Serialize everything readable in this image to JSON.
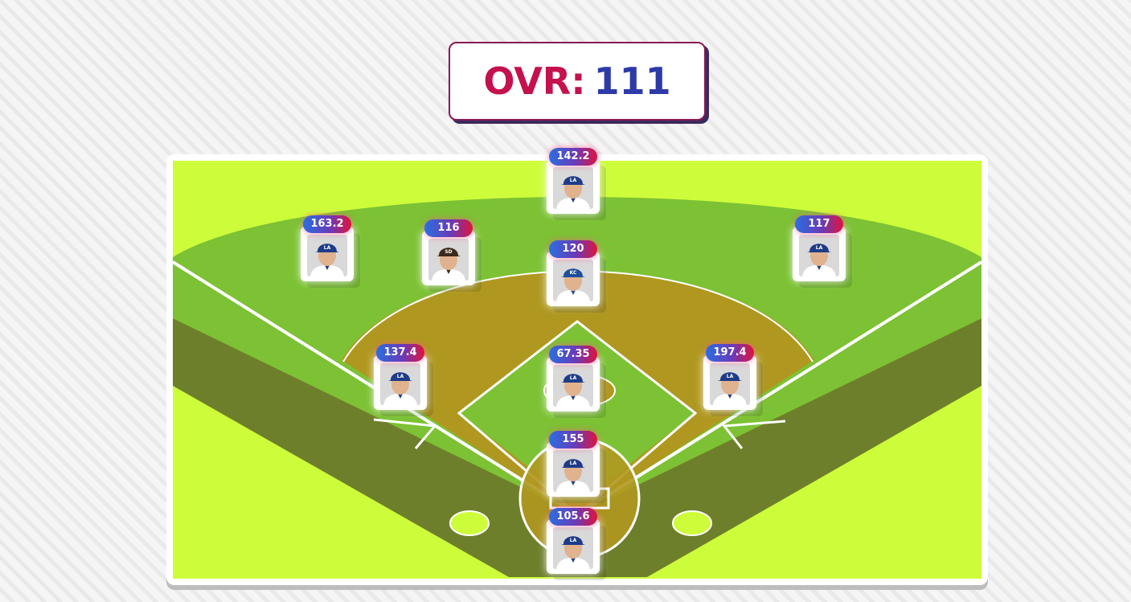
{
  "ovr": {
    "label": "OVR:",
    "value": "111"
  },
  "colors": {
    "outfield_light": "#cdfd3a",
    "outfield_grass": "#7cc234",
    "dirt": "#b09820",
    "dark_grass": "#6e7f2c",
    "badge_blue": "#2a6fe0",
    "badge_red": "#e0143c",
    "ovr_red": "#c4124e",
    "ovr_blue": "#2d3aa8"
  },
  "players": [
    {
      "position": "CF",
      "score": "142.2",
      "cap_logo": "LA",
      "team_color": "#1f3c88"
    },
    {
      "position": "LF",
      "score": "163.2",
      "cap_logo": "LA",
      "team_color": "#1f3c88"
    },
    {
      "position": "LF2",
      "score": "116",
      "cap_logo": "SD",
      "team_color": "#3b2a1a"
    },
    {
      "position": "2B",
      "score": "120",
      "cap_logo": "KC",
      "team_color": "#1f4e9c"
    },
    {
      "position": "RF",
      "score": "117",
      "cap_logo": "LA",
      "team_color": "#1f3c88"
    },
    {
      "position": "3B",
      "score": "137.4",
      "cap_logo": "LA",
      "team_color": "#1f3c88"
    },
    {
      "position": "P",
      "score": "67.35",
      "cap_logo": "LA",
      "team_color": "#1f3c88"
    },
    {
      "position": "1B",
      "score": "197.4",
      "cap_logo": "LA",
      "team_color": "#1f3c88"
    },
    {
      "position": "DH",
      "score": "155",
      "cap_logo": "LA",
      "team_color": "#1f3c88"
    },
    {
      "position": "C",
      "score": "105.6",
      "cap_logo": "LA",
      "team_color": "#1f3c88"
    }
  ]
}
